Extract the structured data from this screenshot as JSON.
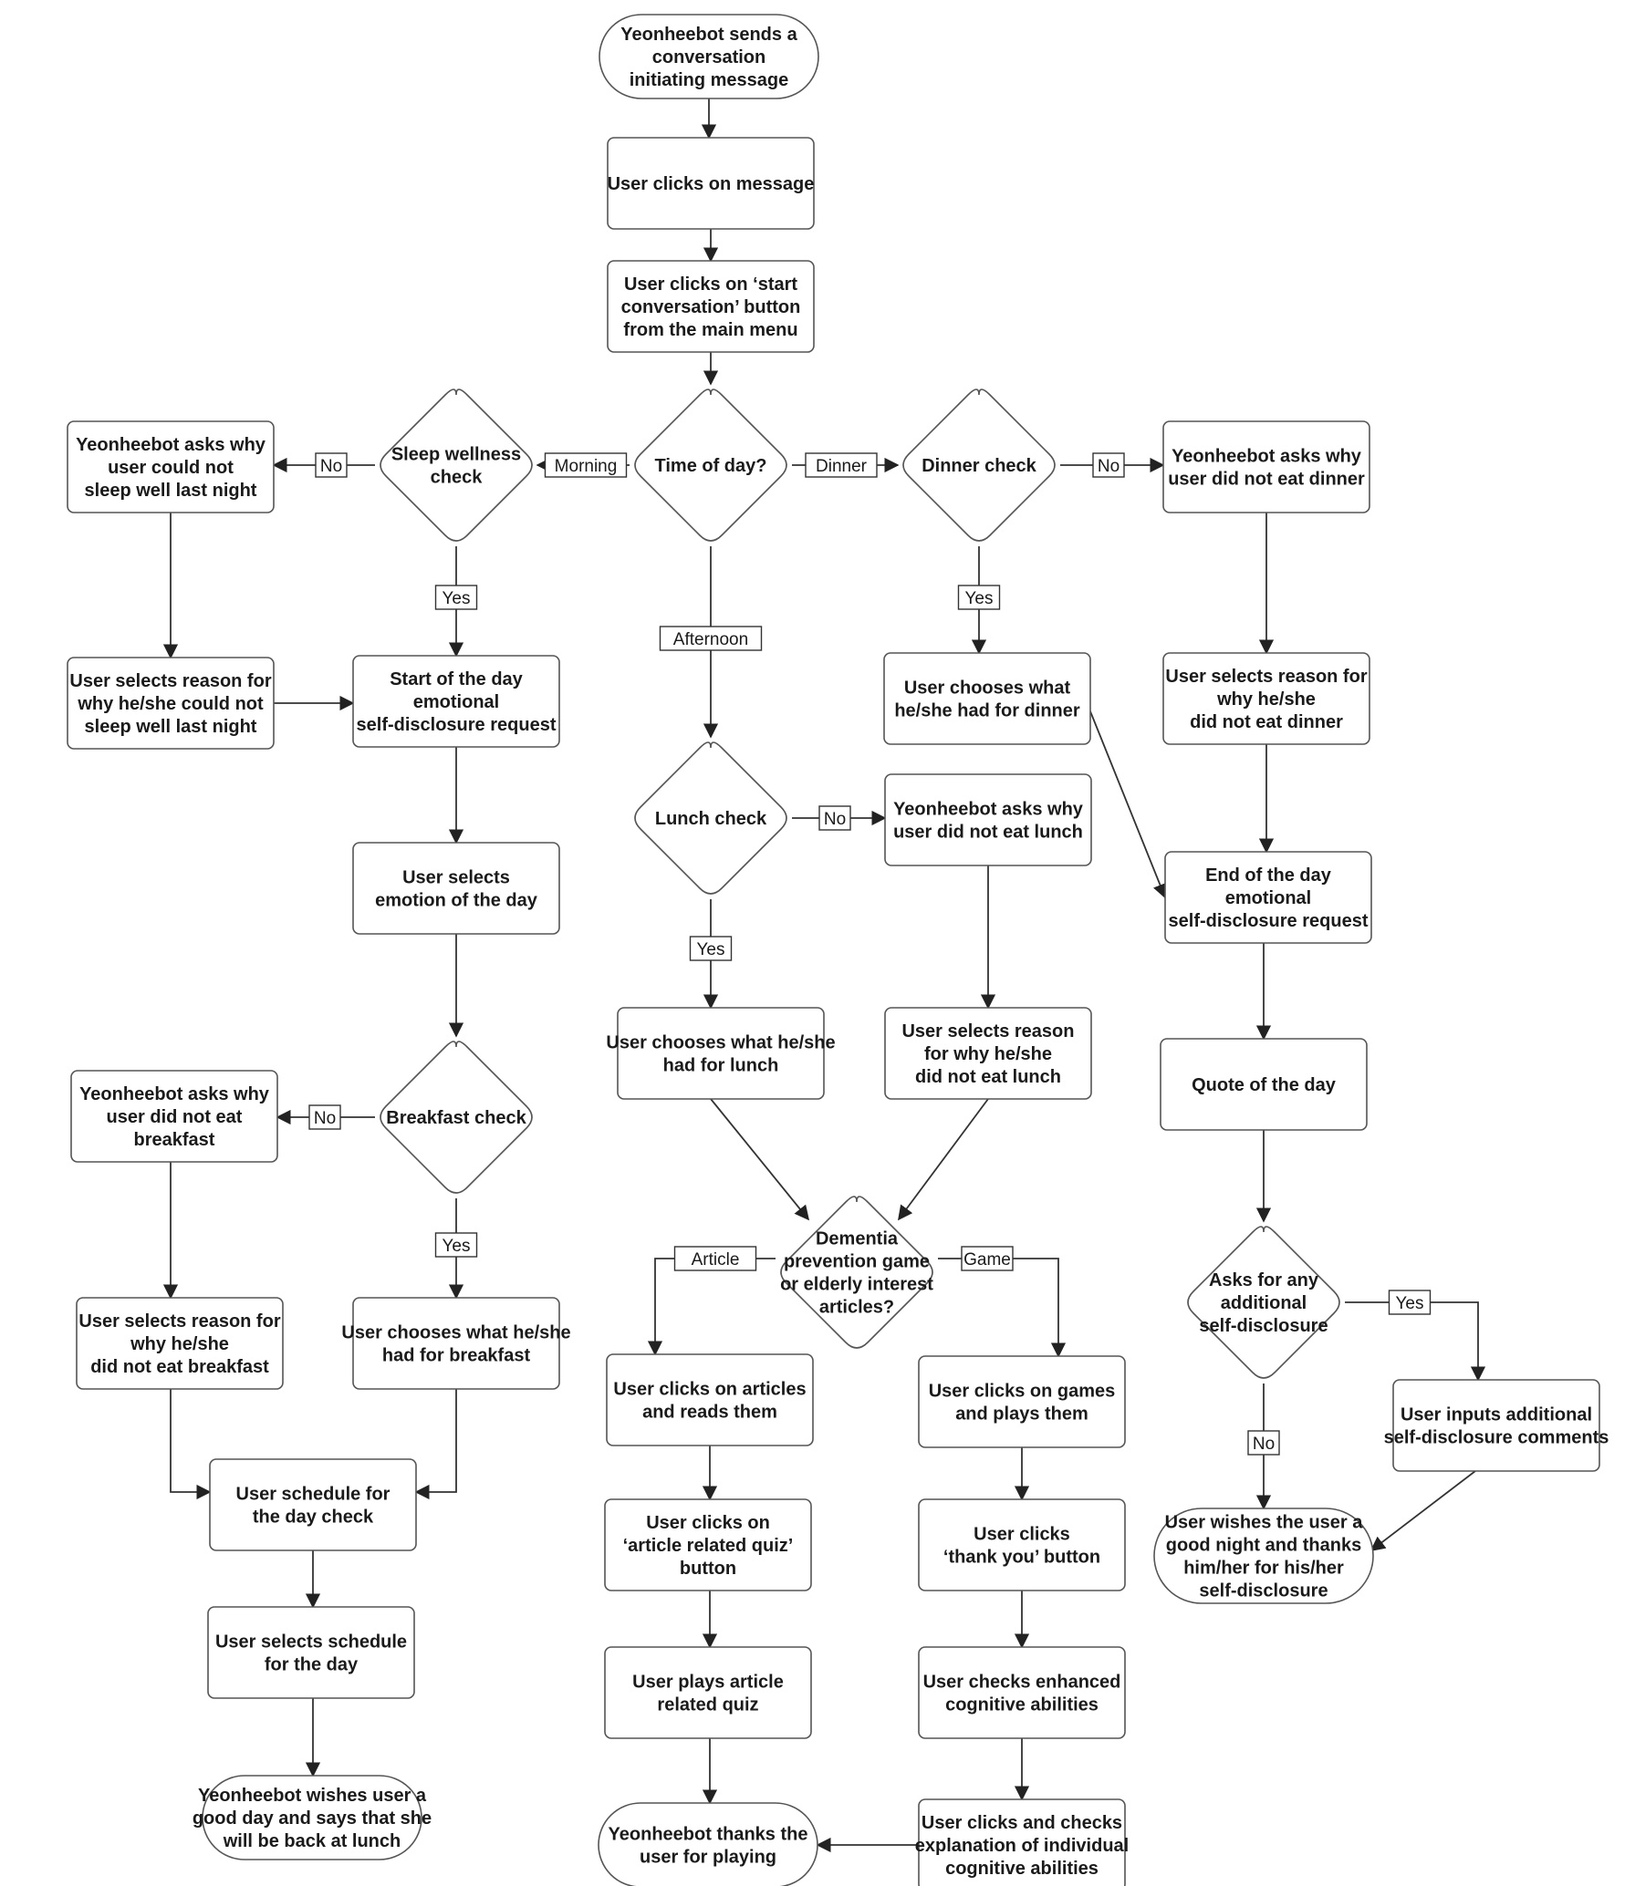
{
  "nodes": {
    "start": "Yeonheebot sends a\nconversation\ninitiating message",
    "click_message": "User clicks on message",
    "start_button": "User clicks on ‘start\nconversation’ button\nfrom the main menu",
    "time_of_day": "Time of day?",
    "sleep_check": "Sleep wellness\ncheck",
    "ask_sleep": "Yeonheebot asks why\nuser could not\nsleep well last night",
    "reason_sleep": "User selects reason for\nwhy he/she could not\nsleep well last night",
    "start_day_request": "Start of the day\nemotional\nself-disclosure request",
    "select_emotion": "User selects\nemotion of the day",
    "breakfast_check": "Breakfast check",
    "ask_breakfast": "Yeonheebot asks why\nuser did not eat\nbreakfast",
    "reason_breakfast": "User selects reason for\nwhy he/she\ndid not eat breakfast",
    "choose_breakfast": "User chooses what he/she\nhad for breakfast",
    "schedule_check": "User schedule for\nthe day check",
    "select_schedule": "User selects schedule\nfor the day",
    "end_morning": "Yeonheebot wishes user a\ngood day and says that she\nwill be back at lunch",
    "lunch_check": "Lunch check",
    "ask_lunch": "Yeonheebot asks why\nuser did not eat lunch",
    "reason_lunch": "User selects reason\nfor why he/she\ndid not eat lunch",
    "choose_lunch": "User chooses what he/she\nhad for lunch",
    "dementia_choice": "Dementia\nprevention game\nor elderly interest\narticles?",
    "read_articles": "User clicks on articles\nand reads them",
    "quiz_button": "User clicks on\n‘article related quiz’\nbutton",
    "play_quiz": "User plays article\nrelated quiz",
    "thanks_playing": "Yeonheebot thanks the\nuser for playing",
    "play_games": "User clicks on games\nand plays them",
    "thankyou_button": "User clicks\n‘thank you’ button",
    "check_abilities": "User checks enhanced\ncognitive abilities",
    "check_explanation": "User clicks and checks\nexplanation of individual\ncognitive abilities",
    "dinner_check": "Dinner check",
    "ask_dinner": "Yeonheebot asks why\nuser did not eat dinner",
    "reason_dinner": "User selects reason for\nwhy he/she\ndid not eat dinner",
    "choose_dinner": "User chooses what\nhe/she had for dinner",
    "end_day_request": "End of the day\nemotional\nself-disclosure request",
    "quote": "Quote of the day",
    "additional_check": "Asks for any\nadditional\nself-disclosure",
    "additional_input": "User inputs additional\nself-disclosure comments",
    "end_night": "User wishes the user a\ngood night and thanks\nhim/her for his/her\nself-disclosure"
  },
  "labels": {
    "morning": "Morning",
    "dinner": "Dinner",
    "afternoon": "Afternoon",
    "yes": "Yes",
    "no": "No",
    "article": "Article",
    "game": "Game"
  }
}
